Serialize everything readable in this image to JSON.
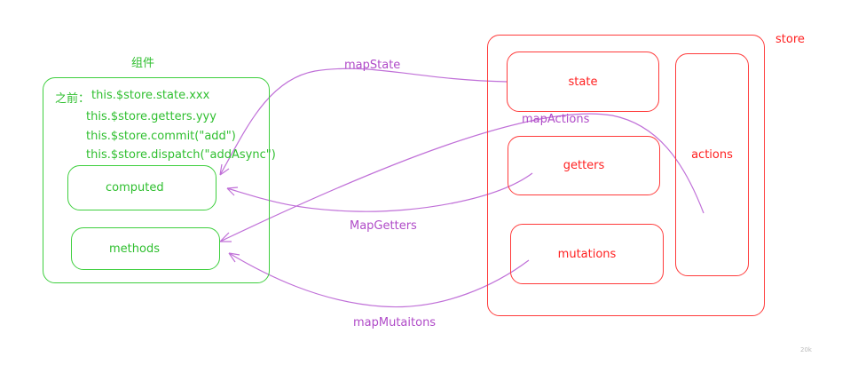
{
  "component": {
    "title": "组件",
    "before_prefix": "之前：",
    "lines": [
      "this.$store.state.xxx",
      "this.$store.getters.yyy",
      "this.$store.commit(\"add\")",
      "this.$store.dispatch(\"addAsync\")"
    ],
    "computed": "computed",
    "methods": "methods"
  },
  "store": {
    "title": "store",
    "state": "state",
    "getters": "getters",
    "mutations": "mutations",
    "actions": "actions"
  },
  "mappings": {
    "mapState": "mapState",
    "mapActions": "mapActions",
    "mapGetters": "MapGetters",
    "mapMutations": "mapMutaitons"
  },
  "watermark": "20k",
  "colors": {
    "component": "#3ecf3e",
    "store": "#ff3b3b",
    "arrows": "#b04bc8"
  }
}
